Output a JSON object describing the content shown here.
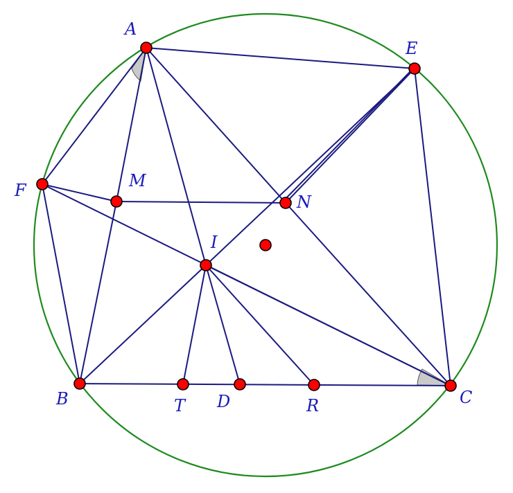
{
  "labels": {
    "A": "A",
    "B": "B",
    "C": "C",
    "D": "D",
    "E": "E",
    "F": "F",
    "I": "I",
    "M": "M",
    "N": "N",
    "R": "R",
    "T": "T"
  },
  "colors": {
    "circle": "#1f8a1f",
    "segments": "#1a1a80",
    "points": "#ff0000",
    "labels": "#1a1ab8",
    "angle_marks": "#c9c9c9"
  },
  "segments": [
    [
      "A",
      "E"
    ],
    [
      "A",
      "F"
    ],
    [
      "A",
      "M"
    ],
    [
      "A",
      "I"
    ],
    [
      "A",
      "N"
    ],
    [
      "B",
      "C"
    ],
    [
      "B",
      "F"
    ],
    [
      "B",
      "M"
    ],
    [
      "B",
      "I"
    ],
    [
      "C",
      "E"
    ],
    [
      "C",
      "N"
    ],
    [
      "C",
      "I"
    ],
    [
      "C",
      "F"
    ],
    [
      "E",
      "I"
    ],
    [
      "E",
      "N"
    ],
    [
      "F",
      "M"
    ],
    [
      "M",
      "N"
    ],
    [
      "I",
      "T"
    ],
    [
      "I",
      "D"
    ],
    [
      "I",
      "R"
    ]
  ],
  "angle_marks": [
    "A",
    "C"
  ],
  "unlabeled_points": [
    "circumcenter"
  ]
}
